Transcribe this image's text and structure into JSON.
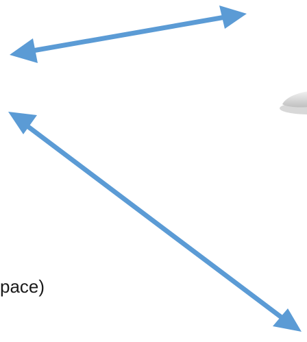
{
  "caption_fragment": "pace)",
  "arrow_color": "#5b9bd5",
  "device_color": "#d9d9d9",
  "device_shadow_color": "#b8b8b8",
  "arrows": [
    {
      "name": "top-double-arrow"
    },
    {
      "name": "diagonal-double-arrow"
    }
  ],
  "device": {
    "icon": "device-shape-icon"
  }
}
